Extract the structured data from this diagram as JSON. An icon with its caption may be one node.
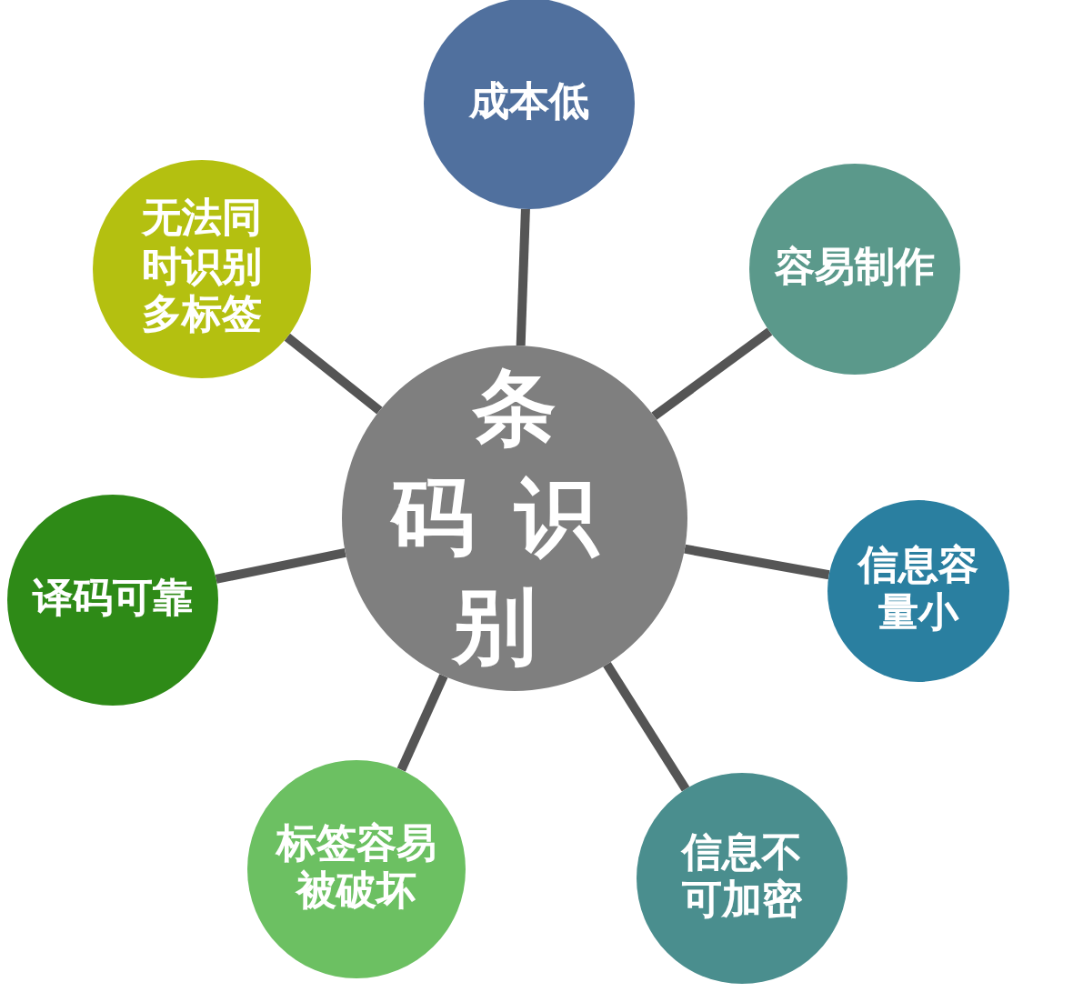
{
  "diagram": {
    "nodes": [
      {
        "text": [
          "条码识别"
        ]
      },
      {
        "text": [
          "成本低"
        ]
      },
      {
        "text": [
          "容易制作"
        ]
      },
      {
        "text": [
          "信息容量小"
        ]
      },
      {
        "text": [
          "信息不可加密"
        ]
      },
      {
        "text": [
          "标签容易被破坏"
        ]
      },
      {
        "text": [
          "译码可靠"
        ]
      },
      {
        "text": [
          "无法同时识别多标签"
        ]
      }
    ],
    "edges": [
      {
        "from": 0,
        "to": 1,
        "arrow": "none"
      },
      {
        "from": 0,
        "to": 2,
        "arrow": "none"
      },
      {
        "from": 0,
        "to": 3,
        "arrow": "none"
      },
      {
        "from": 0,
        "to": 4,
        "arrow": "none"
      },
      {
        "from": 0,
        "to": 5,
        "arrow": "none"
      },
      {
        "from": 0,
        "to": 6,
        "arrow": "none"
      },
      {
        "from": 0,
        "to": 7,
        "arrow": "none"
      }
    ]
  }
}
